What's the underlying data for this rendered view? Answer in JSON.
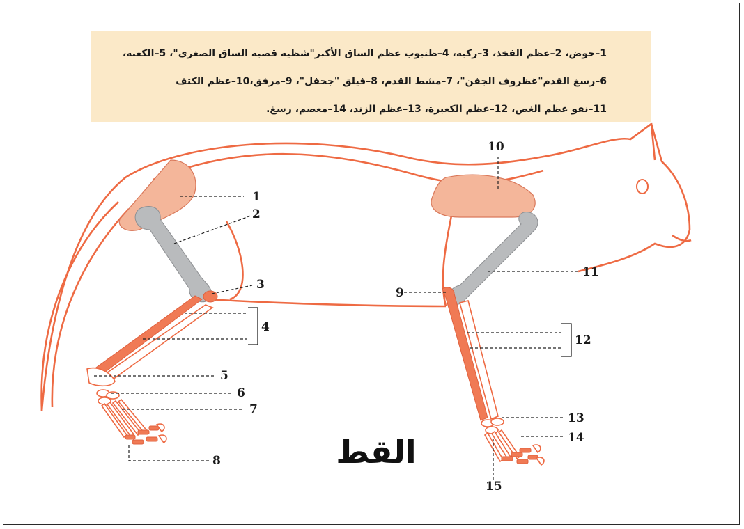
{
  "legend": {
    "line1": "1–حوض، 2–عظم الفخذ، 3–ركبة، 4–ظنبوب عظم الساق الأكبر\"شظية قصبة الساق الصغرى\"، 5–الكعبة،",
    "line2": "6–رسغ القدم\"غظروف الجفن\"، 7–مشط القدم، 8–فيلق \"جحفل\"، 9–مرفق،10–عظم الكتف",
    "line3": "11–نقو عظم الغص، 12–عظم الكعبرة، 13–عظم الزند، 14–معصم، رسغ."
  },
  "title": "القط",
  "labels": {
    "n1": "1",
    "n2": "2",
    "n3": "3",
    "n4": "4",
    "n5": "5",
    "n6": "6",
    "n7": "7",
    "n8": "8",
    "n9": "9",
    "n10": "10",
    "n11": "11",
    "n12": "12",
    "n13": "13",
    "n14": "14",
    "n15": "15"
  },
  "colors": {
    "outline": "#ee6a43",
    "bone_orange": "#f07a55",
    "bone_grey": "#b9bbbd",
    "bone_pink": "#f4b69a",
    "legend_bg": "#fbe9c8"
  }
}
